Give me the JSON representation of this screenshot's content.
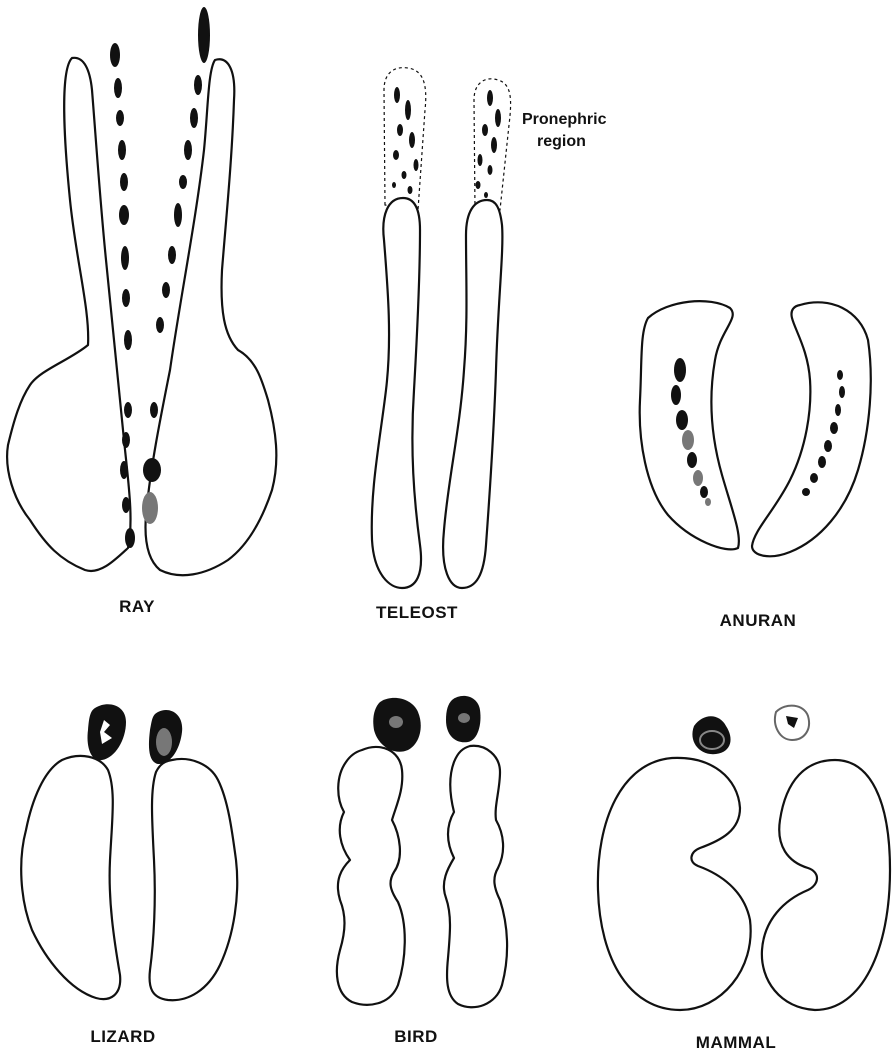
{
  "specimens": {
    "ray": "RAY",
    "teleost": "TELEOST",
    "anuran": "ANURAN",
    "lizard": "LIZARD",
    "bird": "BIRD",
    "mammal": "MAMMAL"
  },
  "annotations": {
    "pronephric_line1": "Pronephric",
    "pronephric_line2": "region"
  },
  "colors": {
    "ink": "#111111",
    "paper": "#ffffff",
    "stipple": "#777777"
  }
}
